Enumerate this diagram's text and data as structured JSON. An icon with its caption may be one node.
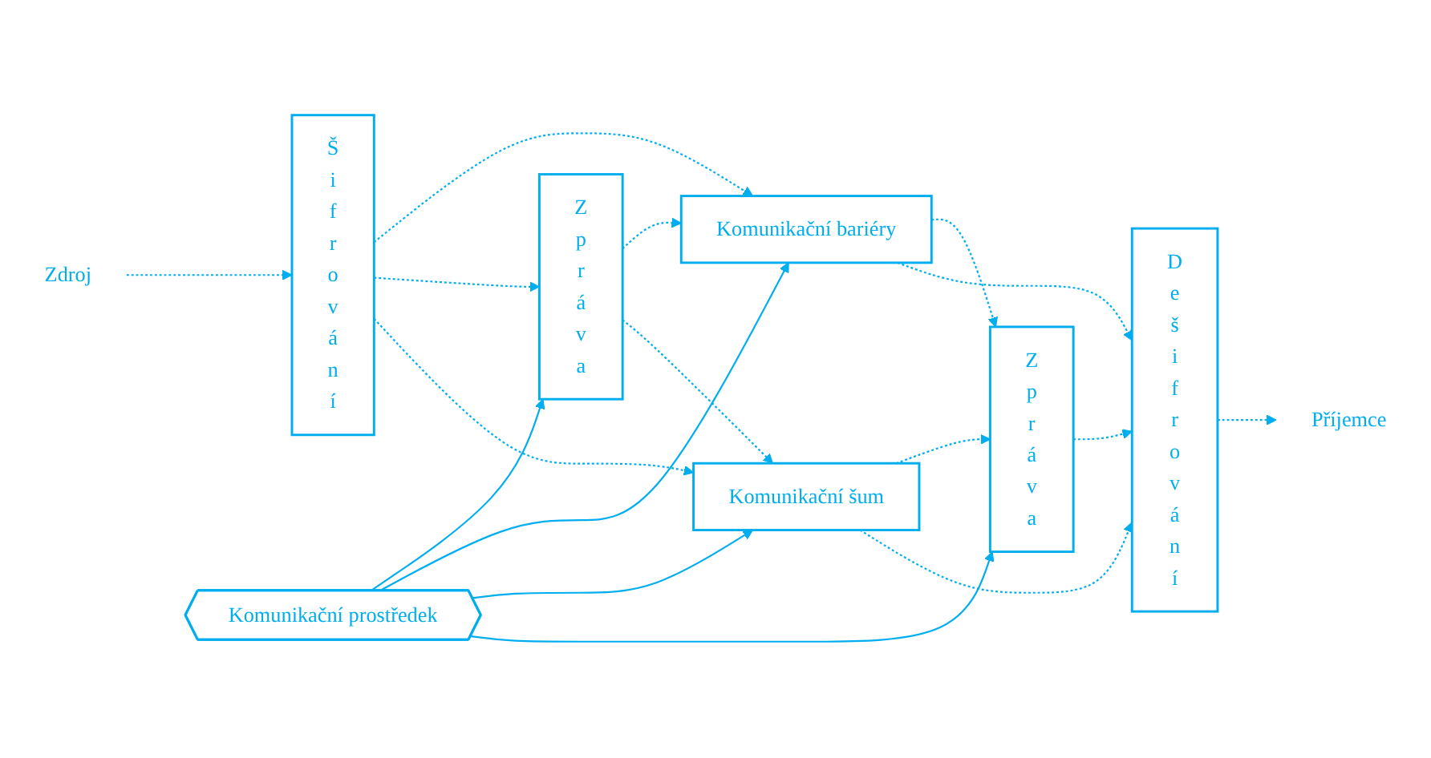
{
  "diagram": {
    "nodes": [
      {
        "text": [
          "Zdroj"
        ]
      },
      {
        "text": [
          "Šifrování"
        ]
      },
      {
        "text": [
          "Zpráva"
        ]
      },
      {
        "text": [
          "Komunikační bariéry"
        ]
      },
      {
        "text": [
          "Komunikační prostředek"
        ]
      },
      {
        "text": [
          "Komunikační šum"
        ]
      },
      {
        "text": [
          "Zpráva"
        ]
      },
      {
        "text": [
          "Dešifrování"
        ]
      },
      {
        "text": [
          "Příjemce"
        ]
      }
    ],
    "edges": [
      {
        "from": 0,
        "to": 1,
        "arrow": "to",
        "style": "dashed"
      },
      {
        "from": 1,
        "to": 3,
        "arrow": "to",
        "style": "dashed"
      },
      {
        "from": 1,
        "to": 2,
        "arrow": "to",
        "style": "dashed"
      },
      {
        "from": 1,
        "to": 5,
        "arrow": "to",
        "style": "dashed"
      },
      {
        "from": 2,
        "to": 3,
        "arrow": "to",
        "style": "dashed"
      },
      {
        "from": 2,
        "to": 5,
        "arrow": "to",
        "style": "dashed"
      },
      {
        "from": 4,
        "to": 2,
        "arrow": "to"
      },
      {
        "from": 4,
        "to": 3,
        "arrow": "to"
      },
      {
        "from": 4,
        "to": 5,
        "arrow": "to"
      },
      {
        "from": 4,
        "to": 6,
        "arrow": "to"
      },
      {
        "from": 3,
        "to": 6,
        "arrow": "to",
        "style": "dashed"
      },
      {
        "from": 5,
        "to": 6,
        "arrow": "to",
        "style": "dashed"
      },
      {
        "from": 3,
        "to": 7,
        "arrow": "to",
        "style": "dashed"
      },
      {
        "from": 6,
        "to": 7,
        "arrow": "to",
        "style": "dashed"
      },
      {
        "from": 5,
        "to": 7,
        "arrow": "to",
        "style": "dashed"
      },
      {
        "from": 7,
        "to": 8,
        "arrow": "to",
        "style": "dashed"
      }
    ]
  }
}
